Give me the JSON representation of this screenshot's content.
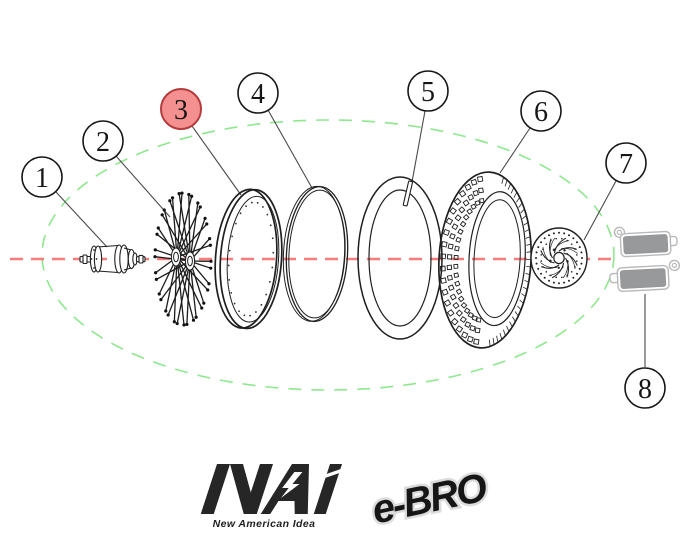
{
  "diagram": {
    "callouts": [
      {
        "label": "1",
        "highlighted": false
      },
      {
        "label": "2",
        "highlighted": false
      },
      {
        "label": "3",
        "highlighted": true
      },
      {
        "label": "4",
        "highlighted": false
      },
      {
        "label": "5",
        "highlighted": false
      },
      {
        "label": "6",
        "highlighted": false
      },
      {
        "label": "7",
        "highlighted": false
      },
      {
        "label": "8",
        "highlighted": false
      }
    ]
  },
  "branding": {
    "nai_monogram": "NAI",
    "nai_tagline": "New American Idea",
    "ebro_wordmark": "e-BRO"
  },
  "colors": {
    "highlight_fill": "#f59090",
    "highlight_stroke": "#b43c3c",
    "highlight_number": "#9e2b2b",
    "centerline_red": "#f87c7c",
    "envelope_green": "#8ee88e",
    "ink": "#1f1f1f",
    "pad_gray": "#97999b",
    "logo_black": "#262626"
  }
}
